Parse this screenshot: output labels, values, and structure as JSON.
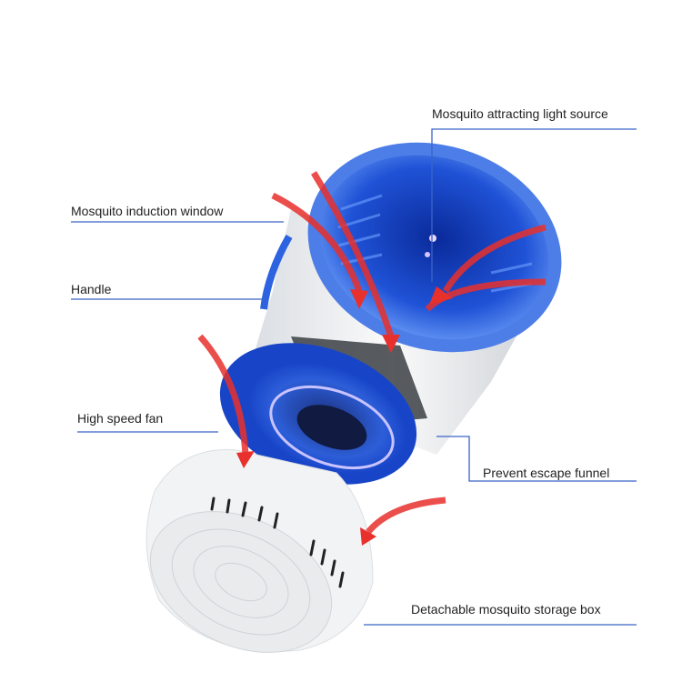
{
  "labels": {
    "light_source": "Mosquito attracting light source",
    "induction_window": "Mosquito induction window",
    "handle": "Handle",
    "fan": "High speed fan",
    "funnel": "Prevent escape funnel",
    "storage_box": "Detachable mosquito storage box"
  },
  "colors": {
    "leader_line": "#3a64c8",
    "device_blue": "#1f52d6",
    "arrow": "#e8302c"
  }
}
